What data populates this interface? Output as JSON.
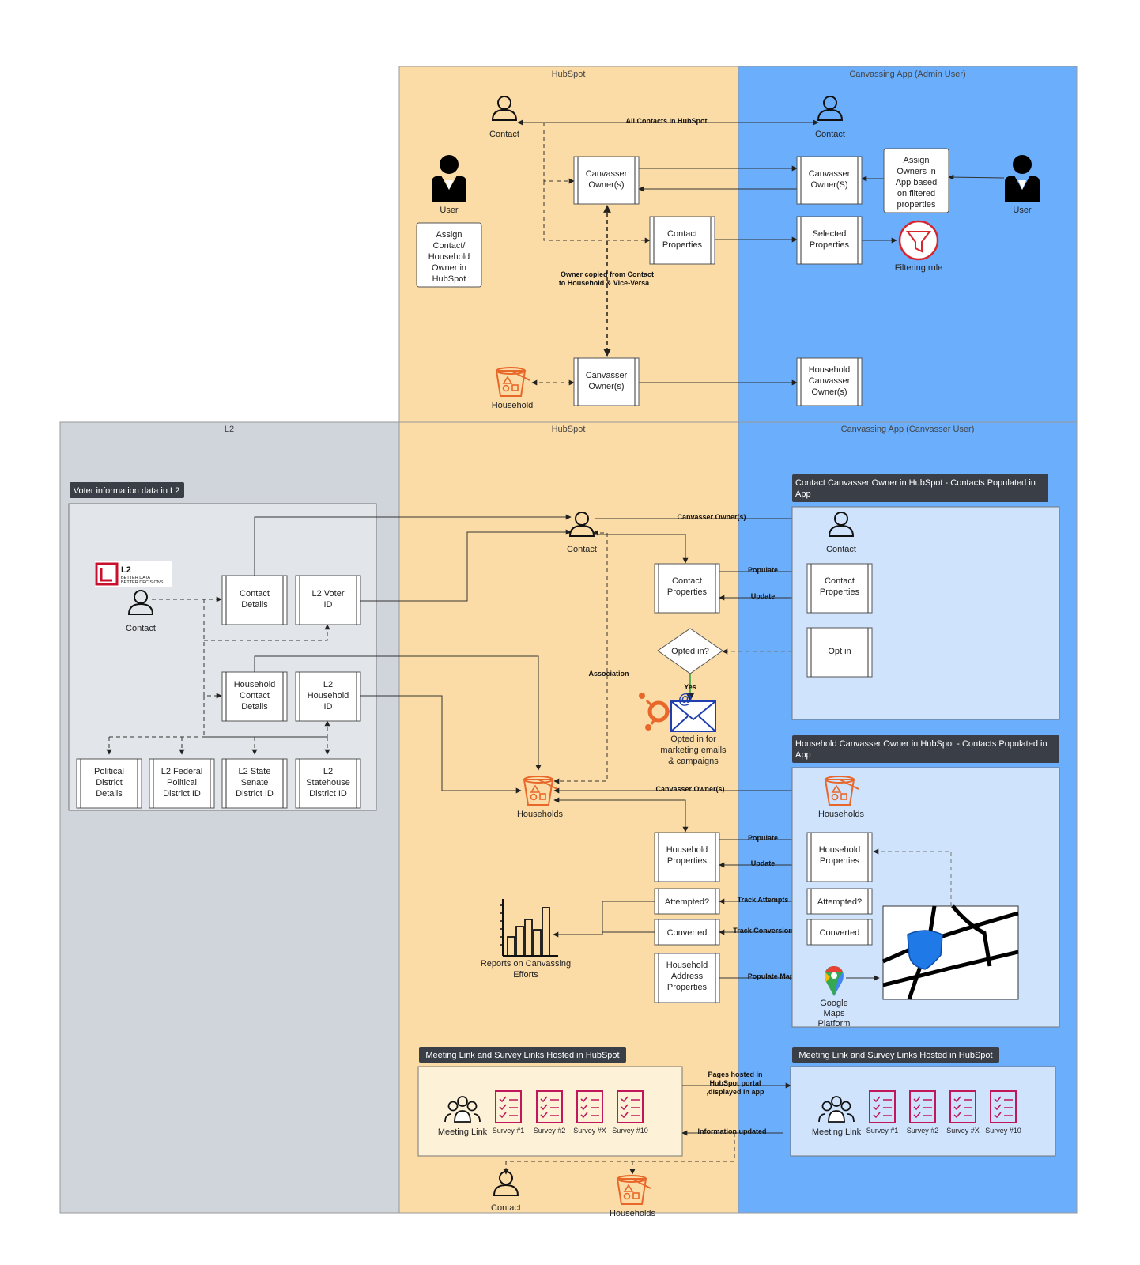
{
  "lanes": {
    "hubspot_top": "HubSpot",
    "canvassing_admin": "Canvassing App (Admin User)",
    "l2": "L2",
    "hubspot_bottom": "HubSpot",
    "canvassing_user": "Canvassing App (Canvasser User)"
  },
  "top": {
    "contact_left": "Contact",
    "contact_right": "Contact",
    "all_contacts_edge": "All Contacts in HubSpot",
    "user_left": "User",
    "user_right": "User",
    "assign_hubspot": [
      "Assign",
      "Contact/",
      "Household",
      "Owner in",
      "HubSpot"
    ],
    "canvasser_owner_1": [
      "Canvasser",
      "Owner(s)"
    ],
    "canvasser_owner_app": [
      "Canvasser",
      "Owner(S)"
    ],
    "assign_app": [
      "Assign",
      "Owners in",
      "App based",
      "on filtered",
      "properties"
    ],
    "contact_properties": [
      "Contact",
      "Properties"
    ],
    "selected_properties": [
      "Selected",
      "Properties"
    ],
    "filtering_rule": "Filtering rule",
    "owner_copied": [
      "Owner copied from Contact",
      "to Household & Vice-Versa"
    ],
    "household": "Household",
    "canvasser_owner_household": [
      "Canvasser",
      "Owner(s)"
    ],
    "household_canvasser_owner": [
      "Household",
      "Canvasser",
      "Owner(s)"
    ]
  },
  "l2": {
    "group_title": "Voter information data in L2",
    "logo_text": "L2",
    "logo_sub": [
      "BETTER DATA",
      "BETTER DECISIONS"
    ],
    "contact": "Contact",
    "contact_details": [
      "Contact",
      "Details"
    ],
    "l2_voter_id": [
      "L2 Voter",
      "ID"
    ],
    "household_contact_details": [
      "Household",
      "Contact",
      "Details"
    ],
    "l2_household_id": [
      "L2",
      "Household",
      "ID"
    ],
    "political_district": [
      "Political",
      "District",
      "Details"
    ],
    "federal_district": [
      "L2 Federal",
      "Political",
      "District ID"
    ],
    "state_senate": [
      "L2 State",
      "Senate",
      "District ID"
    ],
    "statehouse": [
      "L2",
      "Statehouse",
      "District ID"
    ]
  },
  "bottom": {
    "contact": "Contact",
    "canvasser_owners_edge": "Canvasser Owner(s)",
    "contact_properties": [
      "Contact",
      "Properties"
    ],
    "populate": "Populate",
    "update": "Update",
    "opted_in": "Opted in?",
    "yes": "Yes",
    "association": "Association",
    "opted_in_marketing": [
      "Opted in for",
      "marketing emails",
      "& campaigns"
    ],
    "households": "Households",
    "household_properties": [
      "Household",
      "Properties"
    ],
    "attempted": "Attempted?",
    "converted": "Converted",
    "track_attempts": "Track Attempts",
    "track_conversion": "Track Conversion",
    "reports": [
      "Reports on Canvassing",
      "Efforts"
    ],
    "household_address": [
      "Household",
      "Address",
      "Properties"
    ],
    "populate_map": "Populate Map",
    "google_maps": [
      "Google",
      "Maps",
      "Platform"
    ],
    "meeting_group_title": "Meeting Link and Survey Links Hosted in HubSpot",
    "meeting_link": "Meeting Link",
    "surveys": [
      "Survey #1",
      "Survey #2",
      "Survey #X",
      "Survey #10"
    ],
    "pages_hosted": [
      "Pages hosted in",
      "HubSpot portal",
      ",displayed in app"
    ],
    "information_updated": "Information updated",
    "contact_bottom": "Contact",
    "households_bottom": "Households"
  },
  "app": {
    "contact_group_title": [
      "Contact Canvasser Owner in HubSpot - Contacts Populated in",
      "App"
    ],
    "contact": "Contact",
    "contact_properties": [
      "Contact",
      "Properties"
    ],
    "opt_in": "Opt in",
    "household_group_title": [
      "Household Canvasser Owner in HubSpot - Contacts Populated in",
      "App"
    ],
    "households": "Households",
    "household_properties": [
      "Household",
      "Properties"
    ],
    "attempted": "Attempted?",
    "converted": "Converted",
    "meeting_group_title": "Meeting Link and Survey Links Hosted in HubSpot",
    "meeting_link": "Meeting Link",
    "surveys": [
      "Survey #1",
      "Survey #2",
      "Survey #X",
      "Survey #10"
    ]
  },
  "colors": {
    "hubspot_lane": "#fcdca6",
    "app_lane": "#6aaefc",
    "l2_lane": "#d0d5dc",
    "group_header": "#3a3f47",
    "orange_icon": "#e8672a",
    "survey_pink": "#c0185a",
    "filter_red": "#d6262c"
  }
}
